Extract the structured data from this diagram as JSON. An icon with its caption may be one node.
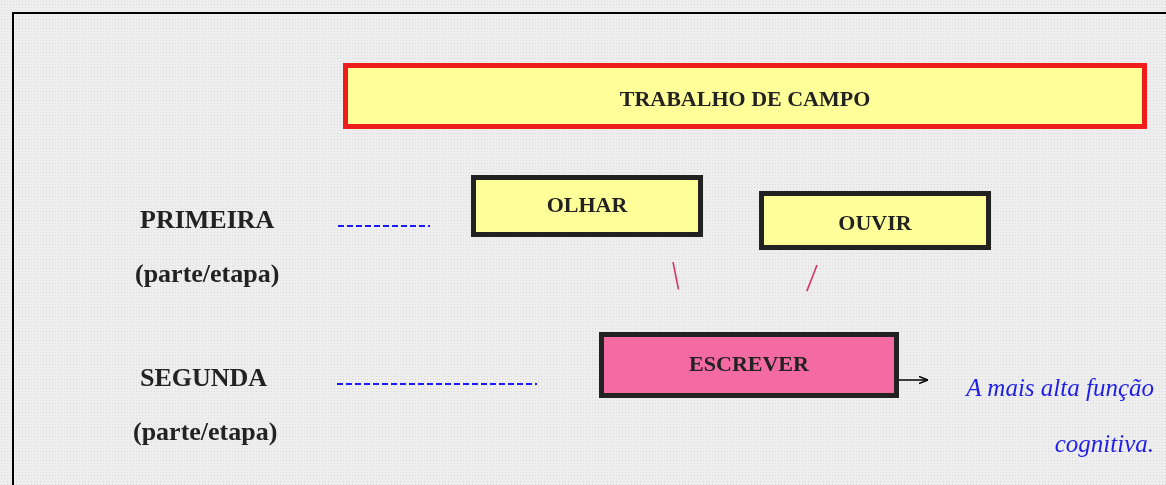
{
  "diagram": {
    "nodes": [
      {
        "text": [
          "TRABALHO DE CAMPO"
        ]
      },
      {
        "text": [
          "OLHAR"
        ]
      },
      {
        "text": [
          "OUVIR"
        ]
      },
      {
        "text": [
          "ESCREVER"
        ]
      },
      {
        "text": [
          "A mais alta função cognitiva."
        ]
      }
    ],
    "edges": [
      {
        "from": 1,
        "to": 3,
        "arrow": "none",
        "style": "dashed"
      },
      {
        "from": 2,
        "to": 3,
        "arrow": "none",
        "style": "dashed"
      },
      {
        "from": 3,
        "to": 4,
        "arrow": "to",
        "color": "#000000"
      }
    ],
    "labels": [
      "PRIMEIRA",
      "(parte/etapa)",
      "SEGUNDA",
      "(parte/etapa)"
    ]
  }
}
